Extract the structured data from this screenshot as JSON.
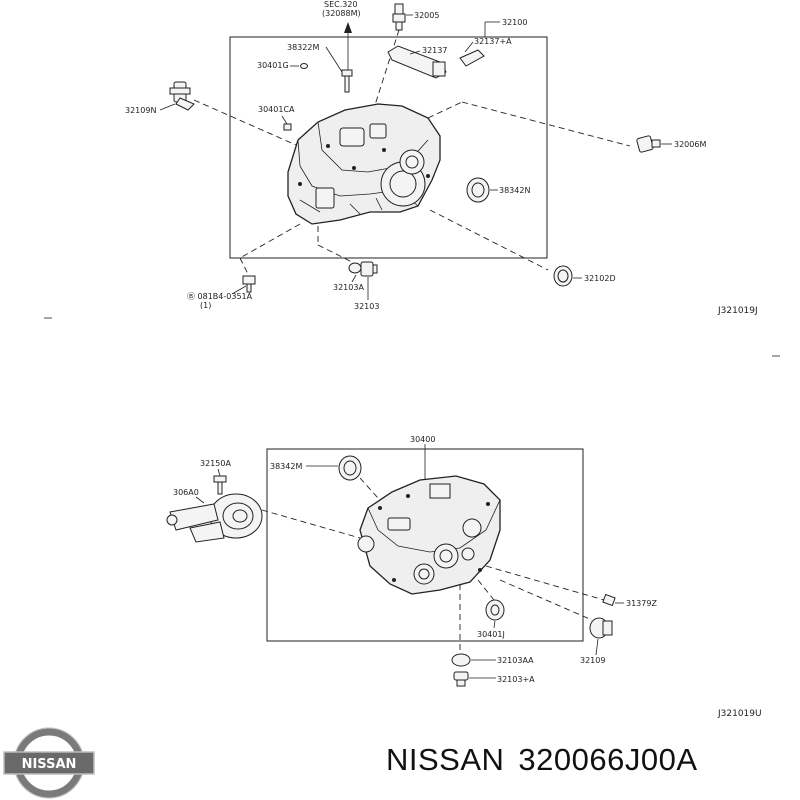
{
  "upper_figure": {
    "code": "J321019J",
    "labels": {
      "sec": "SEC.320",
      "sec_ref": "(32088M)",
      "p32005": "32005",
      "p32100": "32100",
      "p32137a": "32137+A",
      "p32137": "32137",
      "p38322m": "38322M",
      "p30401g": "30401G",
      "p32109n": "32109N",
      "p30401ca": "30401CA",
      "p32006m": "32006M",
      "p38342n": "38342N",
      "p32102d": "32102D",
      "p32103a": "32103A",
      "p32103": "32103",
      "bolt": "Ⓑ 081B4-0351A",
      "bolt_qty": "(1)"
    }
  },
  "lower_figure": {
    "code": "J321019U",
    "labels": {
      "p30400": "30400",
      "p32150a": "32150A",
      "p38342m": "38342M",
      "p306a0": "306A0",
      "p31379z": "31379Z",
      "p30401j": "30401J",
      "p32109": "32109",
      "p32103aa": "32103AA",
      "p32103a2": "32103+A"
    }
  },
  "brand": {
    "logo_text": "NISSAN",
    "name": "NISSAN",
    "part_number": "320066J00A"
  },
  "colors": {
    "ink": "#222222",
    "background": "#ffffff"
  }
}
